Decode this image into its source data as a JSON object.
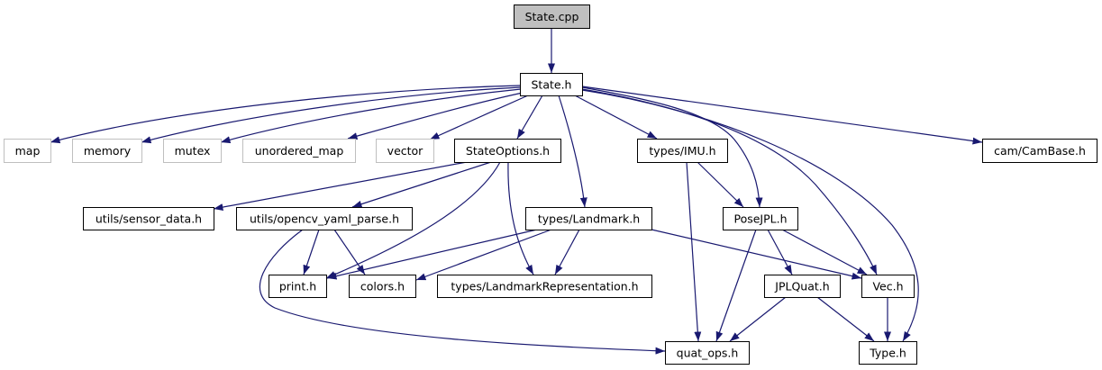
{
  "graph": {
    "colors": {
      "edge": "#191970",
      "current_fill": "#bfbfbf",
      "documented_border": "#000000",
      "external_border": "#bfbfbf"
    },
    "nodes": {
      "state_cpp": {
        "label": "State.cpp",
        "kind": "current"
      },
      "state_h": {
        "label": "State.h",
        "kind": "documented"
      },
      "map": {
        "label": "map",
        "kind": "external"
      },
      "memory": {
        "label": "memory",
        "kind": "external"
      },
      "mutex": {
        "label": "mutex",
        "kind": "external"
      },
      "unordered_map": {
        "label": "unordered_map",
        "kind": "external"
      },
      "vector": {
        "label": "vector",
        "kind": "external"
      },
      "state_options_h": {
        "label": "StateOptions.h",
        "kind": "documented"
      },
      "types_imu_h": {
        "label": "types/IMU.h",
        "kind": "documented"
      },
      "cam_cambase_h": {
        "label": "cam/CamBase.h",
        "kind": "documented"
      },
      "utils_sensor_data_h": {
        "label": "utils/sensor_data.h",
        "kind": "documented"
      },
      "utils_opencv_yaml_parse_h": {
        "label": "utils/opencv_yaml_parse.h",
        "kind": "documented"
      },
      "types_landmark_h": {
        "label": "types/Landmark.h",
        "kind": "documented"
      },
      "posejpl_h": {
        "label": "PoseJPL.h",
        "kind": "documented"
      },
      "print_h": {
        "label": "print.h",
        "kind": "documented"
      },
      "colors_h": {
        "label": "colors.h",
        "kind": "documented"
      },
      "types_landmark_representation_h": {
        "label": "types/LandmarkRepresentation.h",
        "kind": "documented"
      },
      "jplquat_h": {
        "label": "JPLQuat.h",
        "kind": "documented"
      },
      "vec_h": {
        "label": "Vec.h",
        "kind": "documented"
      },
      "quat_ops_h": {
        "label": "quat_ops.h",
        "kind": "documented"
      },
      "type_h": {
        "label": "Type.h",
        "kind": "documented"
      }
    },
    "edges": [
      {
        "from": "State.cpp",
        "to": "State.h"
      },
      {
        "from": "State.h",
        "to": "map"
      },
      {
        "from": "State.h",
        "to": "memory"
      },
      {
        "from": "State.h",
        "to": "mutex"
      },
      {
        "from": "State.h",
        "to": "unordered_map"
      },
      {
        "from": "State.h",
        "to": "vector"
      },
      {
        "from": "State.h",
        "to": "StateOptions.h"
      },
      {
        "from": "State.h",
        "to": "types/Landmark.h"
      },
      {
        "from": "State.h",
        "to": "types/IMU.h"
      },
      {
        "from": "State.h",
        "to": "PoseJPL.h"
      },
      {
        "from": "State.h",
        "to": "Vec.h"
      },
      {
        "from": "State.h",
        "to": "Type.h"
      },
      {
        "from": "State.h",
        "to": "cam/CamBase.h"
      },
      {
        "from": "StateOptions.h",
        "to": "utils/sensor_data.h"
      },
      {
        "from": "StateOptions.h",
        "to": "utils/opencv_yaml_parse.h"
      },
      {
        "from": "StateOptions.h",
        "to": "print.h"
      },
      {
        "from": "StateOptions.h",
        "to": "types/LandmarkRepresentation.h"
      },
      {
        "from": "utils/opencv_yaml_parse.h",
        "to": "print.h"
      },
      {
        "from": "utils/opencv_yaml_parse.h",
        "to": "colors.h"
      },
      {
        "from": "utils/opencv_yaml_parse.h",
        "to": "quat_ops.h"
      },
      {
        "from": "types/Landmark.h",
        "to": "print.h"
      },
      {
        "from": "types/Landmark.h",
        "to": "colors.h"
      },
      {
        "from": "types/Landmark.h",
        "to": "types/LandmarkRepresentation.h"
      },
      {
        "from": "types/Landmark.h",
        "to": "Vec.h"
      },
      {
        "from": "types/IMU.h",
        "to": "PoseJPL.h"
      },
      {
        "from": "types/IMU.h",
        "to": "quat_ops.h"
      },
      {
        "from": "PoseJPL.h",
        "to": "JPLQuat.h"
      },
      {
        "from": "PoseJPL.h",
        "to": "Vec.h"
      },
      {
        "from": "PoseJPL.h",
        "to": "quat_ops.h"
      },
      {
        "from": "JPLQuat.h",
        "to": "quat_ops.h"
      },
      {
        "from": "JPLQuat.h",
        "to": "Type.h"
      },
      {
        "from": "Vec.h",
        "to": "Type.h"
      }
    ]
  }
}
